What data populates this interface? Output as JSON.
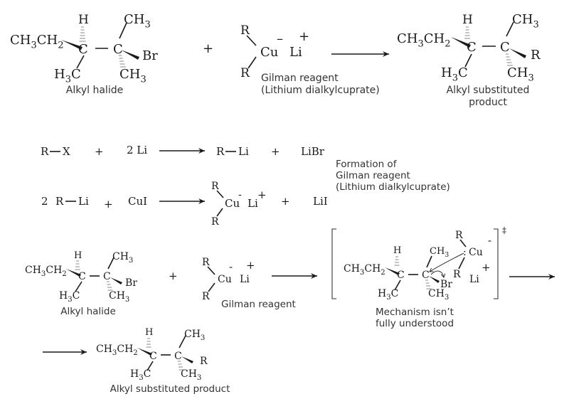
{
  "title": "Corey-House synthesis with Gilman reagent",
  "reaction1": {
    "reactant": {
      "ethyl": "CH3CH2",
      "h": "H",
      "c1": "C",
      "c2": "C",
      "top_methyl": "CH3",
      "leaving_group": "Br",
      "bottom_left_methyl": "H3C",
      "bottom_right_methyl": "CH3",
      "caption": "Alkyl halide"
    },
    "plus": "+",
    "reagent": {
      "r_top": "R",
      "r_bottom": "R",
      "cu": "Cu",
      "cu_charge": "–",
      "li": "Li",
      "li_charge": "+",
      "caption_line1": "Gilman reagent",
      "caption_line2": "(Lithium dialkylcuprate)"
    },
    "product": {
      "ethyl": "CH3CH2",
      "h": "H",
      "c1": "C",
      "c2": "C",
      "top_methyl": "CH3",
      "substituent": "R",
      "bottom_left_methyl": "H3C",
      "bottom_right_methyl": "CH3",
      "caption_line1": "Alkyl substituted",
      "caption_line2": "product"
    }
  },
  "formation": {
    "step1": {
      "reactant1": "R",
      "reactant1_x": "X",
      "plus1": "+",
      "reactant2": "2 Li",
      "product1_r": "R",
      "product1_li": "Li",
      "plus2": "+",
      "product2": "LiBr"
    },
    "step2": {
      "coef": "2",
      "reactant1_r": "R",
      "reactant1_li": "Li",
      "plus1": "+",
      "reactant2": "CuI",
      "r_top": "R",
      "r_bottom": "R",
      "cu": "Cu",
      "cu_charge": "-",
      "li": "Li",
      "li_charge": "+",
      "plus2": "+",
      "product2": "LiI"
    },
    "caption_line1": "Formation of",
    "caption_line2": "Gilman reagent",
    "caption_line3": "(Lithium dialkylcuprate)"
  },
  "mechanism": {
    "reactant": {
      "ethyl": "CH3CH2",
      "h": "H",
      "c1": "C",
      "c2": "C",
      "top_methyl": "CH3",
      "leaving_group": "Br",
      "bottom_left_methyl": "H3C",
      "bottom_right_methyl": "CH3",
      "caption": "Alkyl halide"
    },
    "plus": "+",
    "reagent": {
      "r_top": "R",
      "r_bottom": "R",
      "cu": "Cu",
      "cu_charge": "-",
      "li": "Li",
      "li_charge": "+",
      "caption": "Gilman reagent"
    },
    "transition_state": {
      "ethyl": "CH3CH2",
      "h": "H",
      "c1": "C",
      "c2": "C",
      "top_methyl": "CH3",
      "br": "Br",
      "bottom_left_methyl": "H3C",
      "bottom_right_methyl": "CH3",
      "r_top": "R",
      "r_bottom": "R",
      "cu": "Cu",
      "cu_lone_pair": ":",
      "cu_charge": "-",
      "li": "Li",
      "li_charge": "+",
      "ts_symbol": "‡",
      "caption_line1": "Mechanism isn’t",
      "caption_line2": "fully understood"
    },
    "product": {
      "ethyl": "CH3CH2",
      "h": "H",
      "c1": "C",
      "c2": "C",
      "top_methyl": "CH3",
      "substituent": "R",
      "bottom_left_methyl": "H3C",
      "bottom_right_methyl": "CH3",
      "caption": "Alkyl substituted product"
    }
  }
}
